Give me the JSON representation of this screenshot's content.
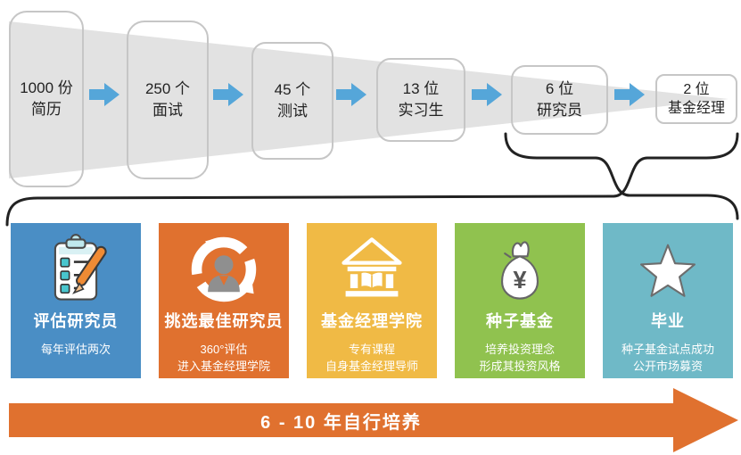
{
  "funnel": {
    "wedge_color": "#e2e2e2",
    "arrow_color": "#55a6d9",
    "boxes": [
      {
        "line1": "1000 份",
        "line2": "简历"
      },
      {
        "line1": "250 个",
        "line2": "面试"
      },
      {
        "line1": "45 个",
        "line2": "测试"
      },
      {
        "line1": "13 位",
        "line2": "实习生"
      },
      {
        "line1": "6 位",
        "line2": "研究员"
      },
      {
        "line1": "2 位",
        "line2": "基金经理"
      }
    ]
  },
  "cards": [
    {
      "title": "评估研究员",
      "lines": [
        "每年评估两次"
      ],
      "color": "#4a8ec5",
      "icon": "clipboard-checklist-icon"
    },
    {
      "title": "挑选最佳研究员",
      "lines": [
        "360°评估",
        "进入基金经理学院"
      ],
      "color": "#e0712f",
      "icon": "person-360-review-icon"
    },
    {
      "title": "基金经理学院",
      "lines": [
        "专有课程",
        "自身基金经理导师"
      ],
      "color": "#f0ba45",
      "icon": "academy-building-icon"
    },
    {
      "title": "种子基金",
      "lines": [
        "培养投资理念",
        "形成其投资风格"
      ],
      "color": "#90c24f",
      "icon": "money-bag-yen-icon"
    },
    {
      "title": "毕业",
      "lines": [
        "种子基金试点成功",
        "公开市场募资"
      ],
      "color": "#6fb9c7",
      "icon": "star-icon"
    }
  ],
  "timeline_arrow": {
    "label": "6 - 10 年自行培养",
    "color": "#e0712f"
  }
}
